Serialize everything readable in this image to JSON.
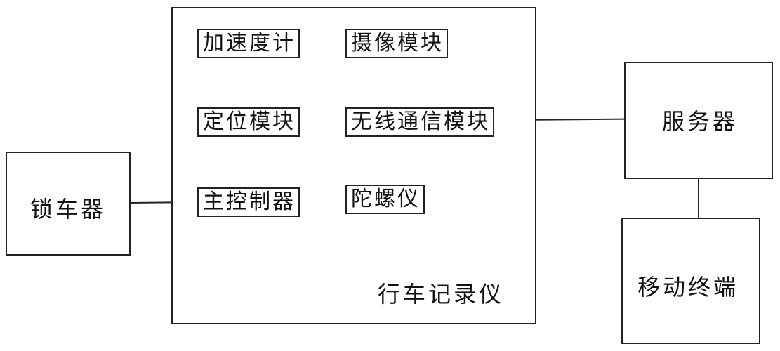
{
  "diagram": {
    "recorder": {
      "label": "行车记录仪",
      "modules": {
        "accelerometer": "加速度计",
        "camera": "摄像模块",
        "positioning": "定位模块",
        "wireless": "无线通信模块",
        "controller": "主控制器",
        "gyroscope": "陀螺仪"
      }
    },
    "lock": {
      "label": "锁车器"
    },
    "server": {
      "label": "服务器"
    },
    "mobile": {
      "label": "移动终端"
    }
  }
}
